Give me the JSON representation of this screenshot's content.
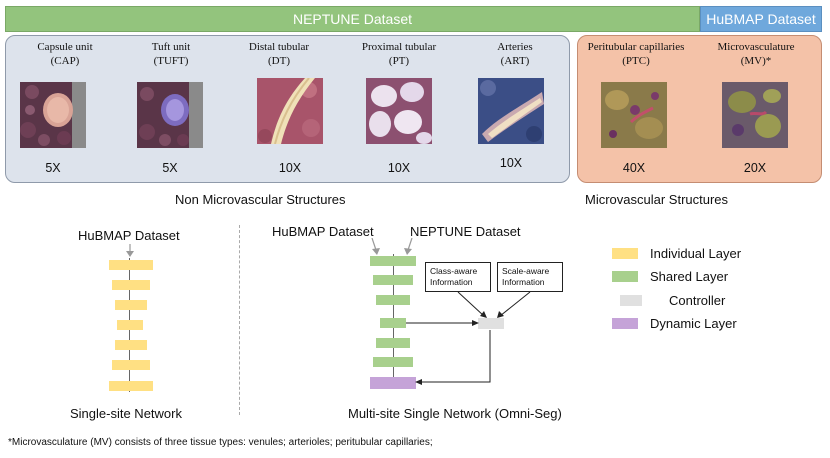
{
  "banners": {
    "neptune": "NEPTUNE Dataset",
    "hubmap": "HuBMAP Dataset"
  },
  "tiles": [
    {
      "name": "Capsule unit",
      "abbr": "(CAP)",
      "mag": "5X",
      "tissue": "capsule-tissue-image"
    },
    {
      "name": "Tuft unit",
      "abbr": "(TUFT)",
      "mag": "5X",
      "tissue": "tuft-tissue-image"
    },
    {
      "name": "Distal tubular",
      "abbr": "(DT)",
      "mag": "10X",
      "tissue": "distal-tubular-tissue-image"
    },
    {
      "name": "Proximal tubular",
      "abbr": "(PT)",
      "mag": "10X",
      "tissue": "proximal-tubular-tissue-image"
    },
    {
      "name": "Arteries",
      "abbr": "(ART)",
      "mag": "10X",
      "tissue": "arteries-tissue-image"
    },
    {
      "name": "Peritubular capillaries",
      "abbr": "(PTC)",
      "mag": "40X",
      "tissue": "ptc-tissue-image"
    },
    {
      "name": "Microvasculature",
      "abbr": "(MV)*",
      "mag": "20X",
      "tissue": "mv-tissue-image"
    }
  ],
  "captions": {
    "non_micro": "Non Microvascular Structures",
    "micro": "Microvascular Structures"
  },
  "single_site": {
    "dataset": "HuBMAP Dataset",
    "title": "Single-site Network"
  },
  "multi_site": {
    "dataset_left": "HuBMAP Dataset",
    "dataset_right": "NEPTUNE Dataset",
    "class_aware": "Class-aware Information",
    "scale_aware": "Scale-aware Information",
    "title": "Multi-site Single Network (Omni-Seg)"
  },
  "legend": [
    {
      "label": "Individual Layer",
      "color": "#ffe083"
    },
    {
      "label": "Shared Layer",
      "color": "#a8d08d"
    },
    {
      "label": "Controller",
      "color": "#e0e0e0"
    },
    {
      "label": "Dynamic Layer",
      "color": "#c5a3d8"
    }
  ],
  "footnote": "*Microvasculature (MV) consists of three tissue types: venules; arterioles; peritubular capillaries;"
}
